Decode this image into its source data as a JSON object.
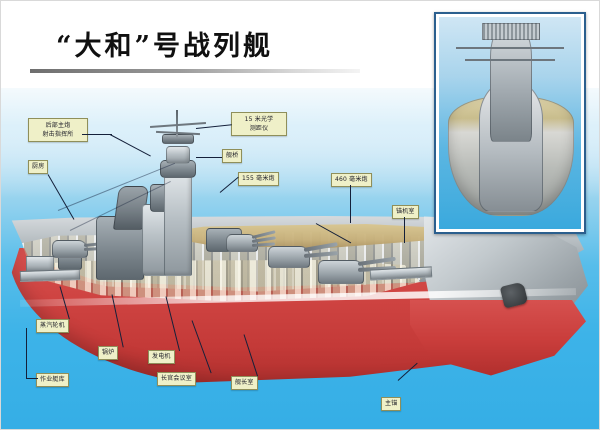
{
  "title": {
    "text": "“大和”号战列舰"
  },
  "inset": {
    "caption": "",
    "alt_name": "bow-cutaway-front-view"
  },
  "diagram": {
    "subject": "Yamato battleship cutaway illustration",
    "hull_color": "#c93d3b",
    "upper_hull_color": "#9ea6ab",
    "deck_color": "#c7b07a",
    "sea_color": "#3db3e8",
    "label_fill": "#eff0c8",
    "label_border": "#8f8f5a",
    "leader_color": "#14203a"
  },
  "labels": [
    {
      "id": "aft-fire-control",
      "text": "后部主炮射击指挥所",
      "line1": "后部主炮",
      "line2": "射击指挥所"
    },
    {
      "id": "kitchen",
      "text": "厨房",
      "line1": "厨房",
      "line2": ""
    },
    {
      "id": "rangefinder",
      "text": "15 米光学测距仪",
      "line1": "15 米光学",
      "line2": "测距仪"
    },
    {
      "id": "bridge",
      "text": "舰桥",
      "line1": "舰桥",
      "line2": ""
    },
    {
      "id": "secondary-gun",
      "text": "155 毫米炮",
      "line1": "155 毫米炮",
      "line2": ""
    },
    {
      "id": "main-gun",
      "text": "460 毫米炮",
      "line1": "460 毫米炮",
      "line2": ""
    },
    {
      "id": "anchor-room",
      "text": "锚机室",
      "line1": "锚机室",
      "line2": ""
    },
    {
      "id": "steam-turbine",
      "text": "蒸汽轮机",
      "line1": "蒸汽轮机",
      "line2": ""
    },
    {
      "id": "boiler",
      "text": "锅炉",
      "line1": "锅炉",
      "line2": ""
    },
    {
      "id": "generator",
      "text": "发电机",
      "line1": "发电机",
      "line2": ""
    },
    {
      "id": "boat-bay",
      "text": "作业艇库",
      "line1": "作业艇库",
      "line2": ""
    },
    {
      "id": "officers-room",
      "text": "长官会议室",
      "line1": "长官会议室",
      "line2": ""
    },
    {
      "id": "captain-cabin",
      "text": "舰长室",
      "line1": "舰长室",
      "line2": ""
    },
    {
      "id": "main-anchor",
      "text": "主锚",
      "line1": "主锚",
      "line2": ""
    }
  ]
}
